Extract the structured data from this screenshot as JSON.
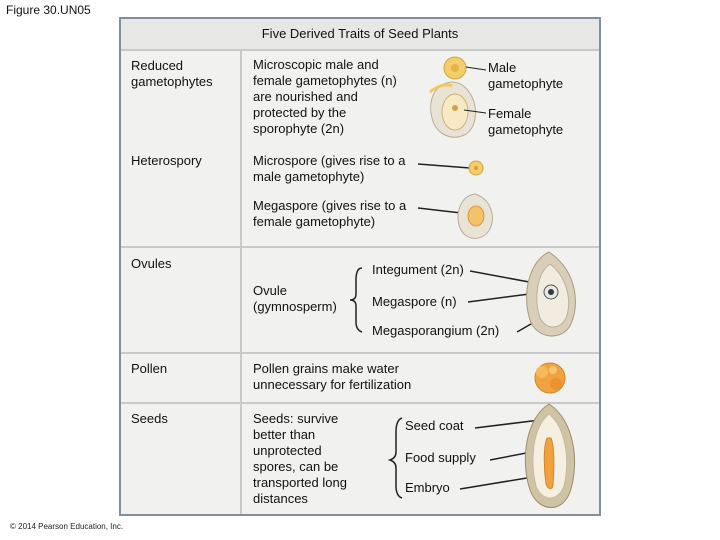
{
  "figure_label": "Figure 30.UN05",
  "table_title": "Five Derived Traits of Seed Plants",
  "rows": [
    {
      "trait": "Reduced gametophytes",
      "description": "Microscopic male and female gametophytes (n) are nourished and protected by the sporophyte (2n)",
      "labels": [
        "Male gametophyte",
        "Female gametophyte"
      ]
    },
    {
      "trait": "Heterospory",
      "description": "Microspore (gives rise to a male gametophyte)",
      "description2": "Megaspore (gives rise to a female gametophyte)"
    },
    {
      "trait": "Ovules",
      "description": "Ovule (gymnosperm)",
      "labels": [
        "Integument (2n)",
        "Megaspore (n)",
        "Megasporangium (2n)"
      ]
    },
    {
      "trait": "Pollen",
      "description": "Pollen grains make water unnecessary for fertilization"
    },
    {
      "trait": "Seeds",
      "description": "Seeds: survive better than unprotected spores, can be transported long distances",
      "labels": [
        "Seed coat",
        "Food supply",
        "Embryo"
      ]
    }
  ],
  "copyright": "© 2014 Pearson Education, Inc."
}
